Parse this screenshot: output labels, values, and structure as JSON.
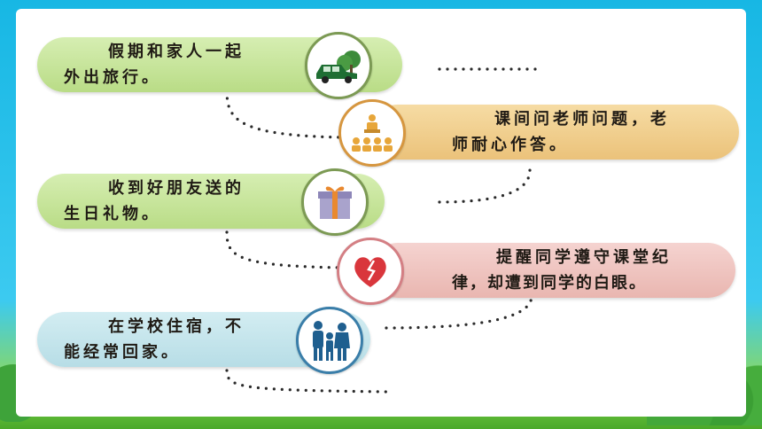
{
  "activities": [
    {
      "line1": "假期和家人一起",
      "line2": "外出旅行。",
      "icon": "car-trip-icon"
    },
    {
      "line1": "课间问老师问题，老",
      "line2": "师耐心作答。",
      "icon": "teacher-students-icon"
    },
    {
      "line1": "收到好朋友送的",
      "line2": "生日礼物。",
      "icon": "gift-icon"
    },
    {
      "line1": "提醒同学遵守课堂纪",
      "line2": "律，却遭到同学的白眼。",
      "icon": "broken-heart-icon"
    },
    {
      "line1": "在学校住宿，不",
      "line2": "能经常回家。",
      "icon": "family-icon"
    }
  ]
}
